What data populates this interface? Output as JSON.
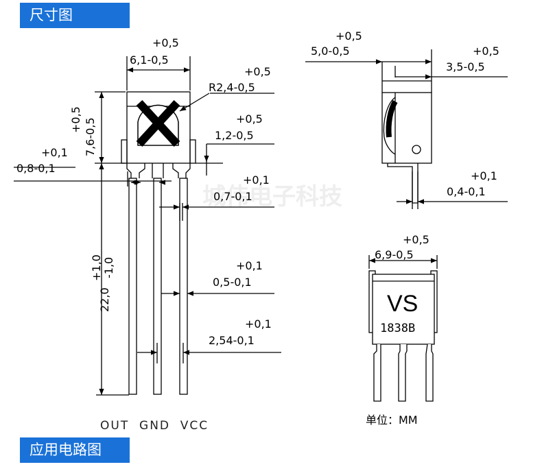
{
  "header": {
    "title": "尺寸图"
  },
  "footer": {
    "title": "应用电路图"
  },
  "watermark": "城伟电子科技",
  "front_view": {
    "width_tol": "+0,5",
    "width_val": "6,1-0,5",
    "radius_tol": "+0,5",
    "radius_val": "R2,4-0,5",
    "lead_w_tol": "+0,5",
    "lead_w_val": "1,2-0,5",
    "height_tol": "+0,5",
    "height_val": "7,6-0,5",
    "base_tol": "+0,1",
    "base_val": "0,8-0,1",
    "pin_gap_tol": "+0,1",
    "pin_gap_val": "0,7-0,1",
    "lead_len_val": "22,0",
    "lead_len_tol_up": "+1,0",
    "lead_len_tol_dn": "-1,0",
    "pin_thk_tol": "+0,1",
    "pin_thk_val": "0,5-0,1",
    "pitch_tol": "+0,1",
    "pitch_val": "2,54-0,1",
    "pin_labels": "OUT  GND  VCC"
  },
  "side_view": {
    "depth_tol": "+0,5",
    "depth_val": "5,0-0,5",
    "lens_tol": "+0,5",
    "lens_val": "3,5-0,5",
    "lead_thk_tol": "+0,1",
    "lead_thk_val": "0,4-0,1"
  },
  "back_view": {
    "width_tol": "+0,5",
    "width_val": "6,9-0,5",
    "marking": "VS",
    "part_code": "1838B",
    "unit_label": "单位：MM"
  }
}
